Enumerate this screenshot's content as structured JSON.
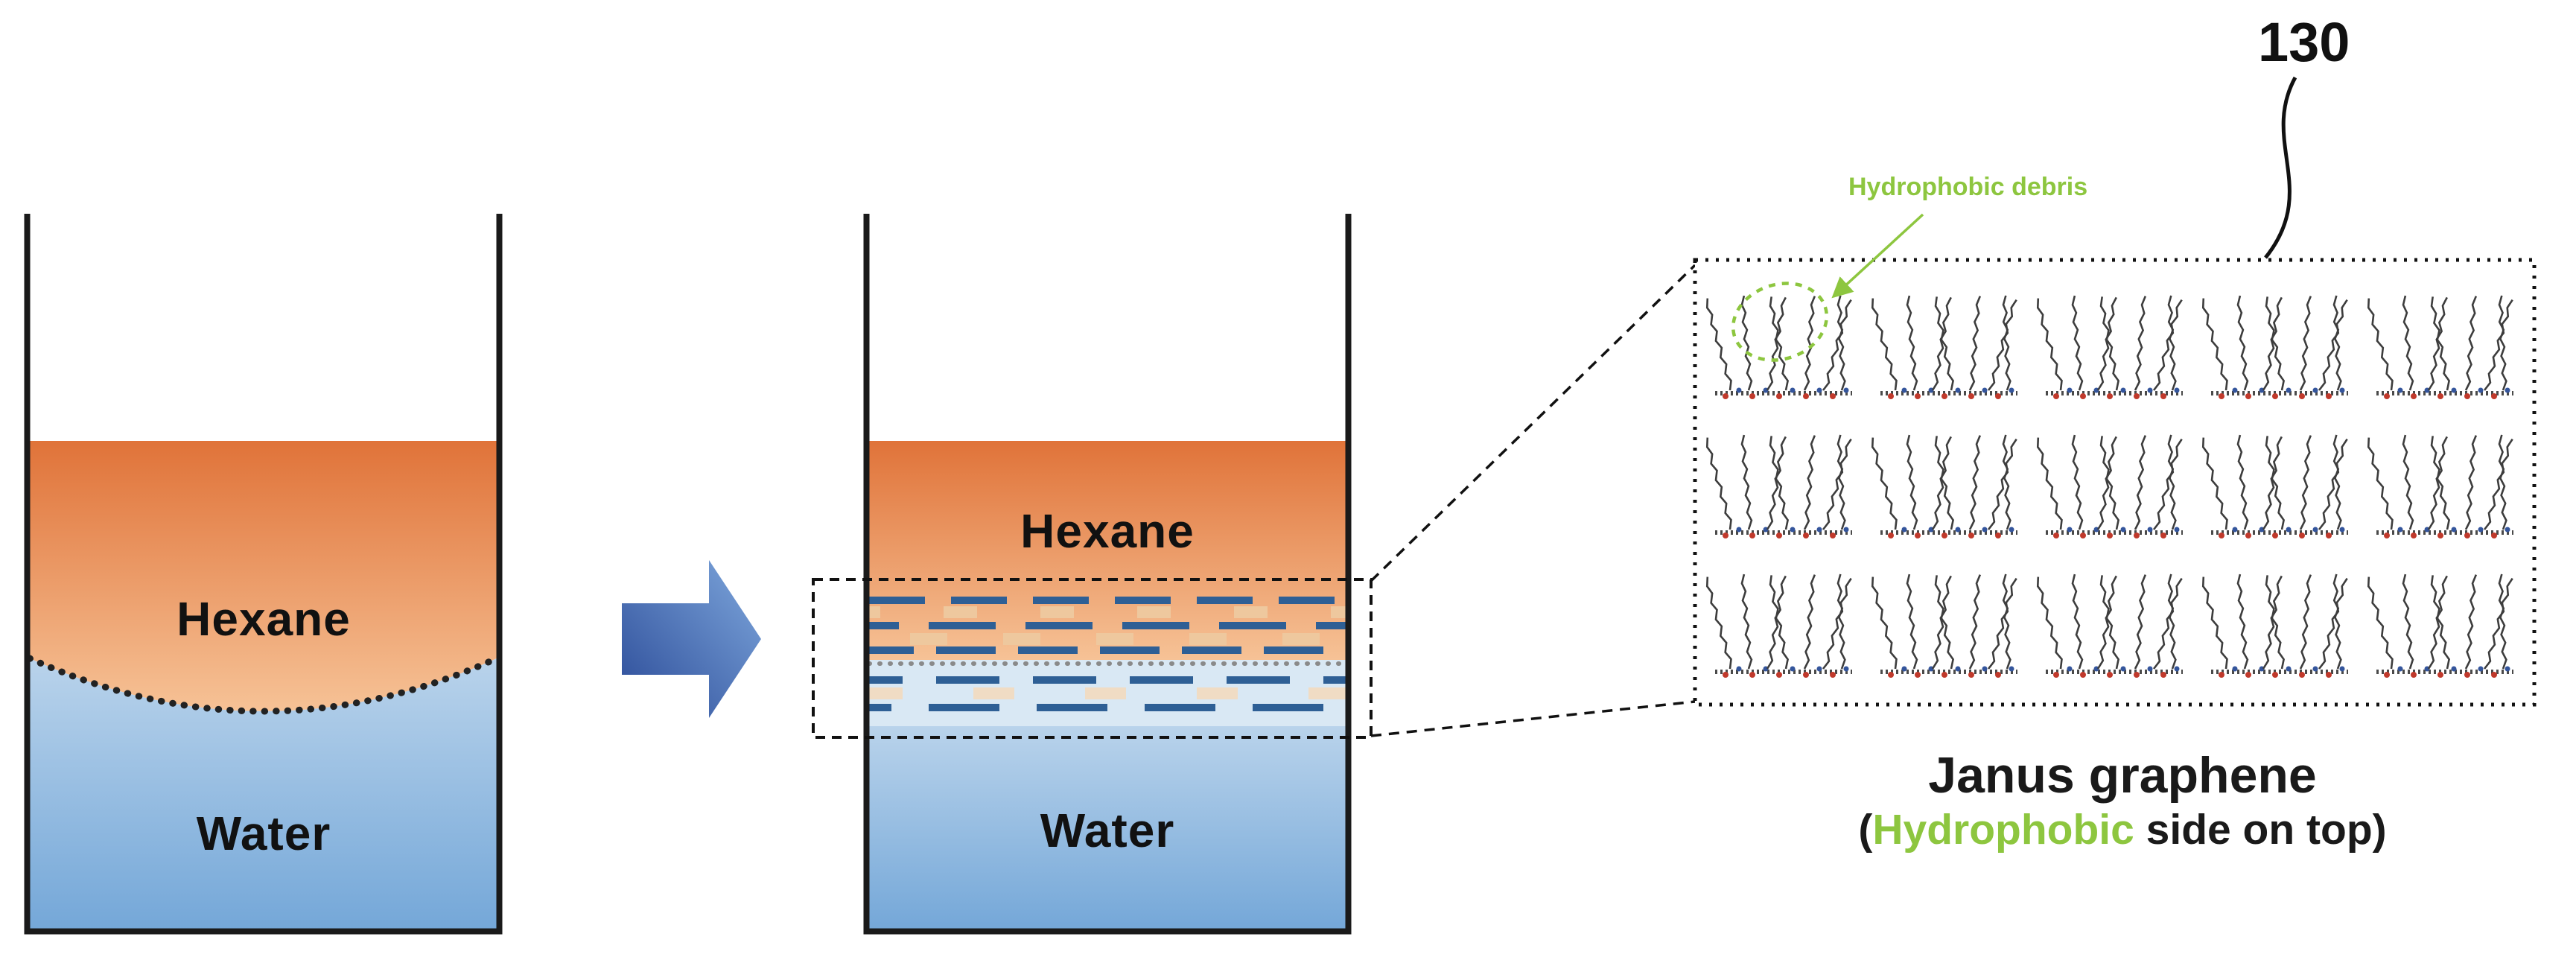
{
  "figure": {
    "ref_number": "130",
    "left_beaker": {
      "hexane_label": "Hexane",
      "water_label": "Water"
    },
    "right_beaker": {
      "hexane_label": "Hexane",
      "water_label": "Water"
    },
    "zoom_inset": {
      "debris_label": "Hydrophobic debris",
      "caption_line1": "Janus graphene",
      "caption_prefix": "(",
      "caption_highlight": "Hydrophobic",
      "caption_suffix": " side on top)",
      "molecule_grid": {
        "rows": 3,
        "cols": 5
      }
    },
    "colors": {
      "hexane_top": "#e07339",
      "hexane_bottom": "#f6c296",
      "water_top": "#b9d3eb",
      "water_bottom": "#74a7d8",
      "arrow_dark": "#2a4a97",
      "arrow_light": "#7fa8dd",
      "highlight_green": "#8dc63f",
      "graphene_dash_blue": "#2e5f95",
      "graphene_dash_tan": "#eec89e",
      "beaker_outline": "#1a1a1a"
    }
  }
}
